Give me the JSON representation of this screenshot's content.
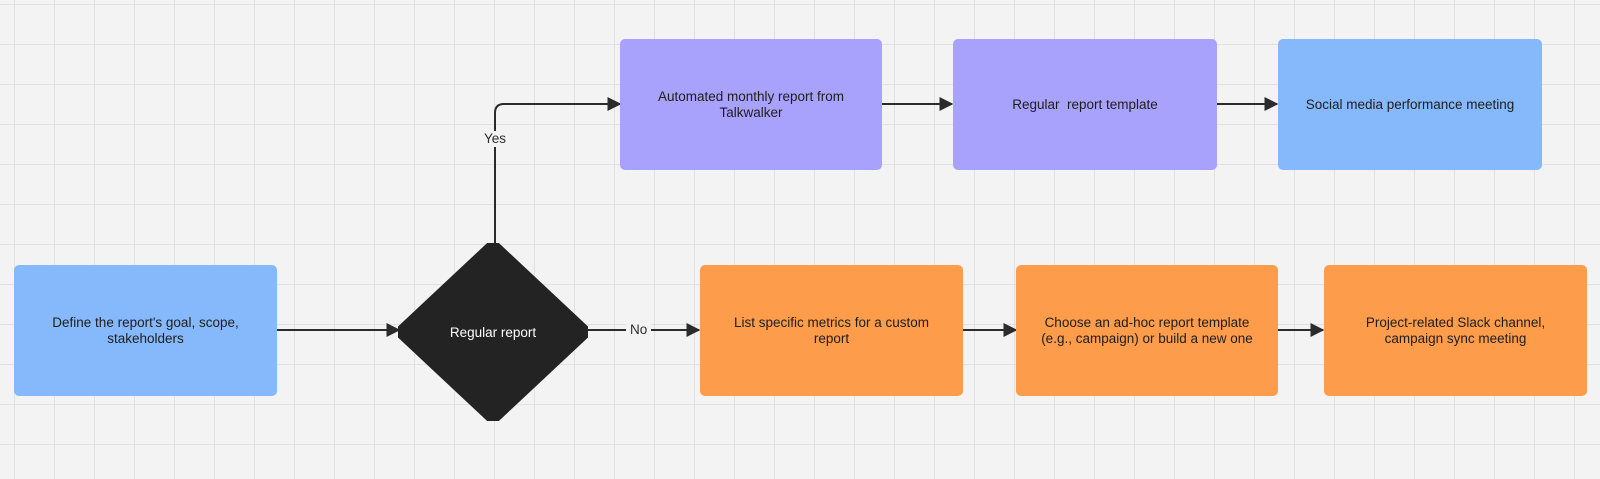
{
  "colors": {
    "purple": "#a8a2fc",
    "blue": "#86b9fc",
    "orange": "#fd9c4b",
    "decision": "#232323",
    "connector": "#2b2b2b",
    "grid_background": "#f3f3f3"
  },
  "nodes": {
    "start": "Define the report's goal, scope, stakeholders",
    "decision": "Regular report",
    "automated": "Automated monthly report from Talkwalker",
    "regular_template": "Regular  report template",
    "social_meeting": "Social media performance meeting",
    "list_metrics": "List specific metrics for a custom report",
    "adhoc_template": "Choose an ad-hoc report template (e.g., campaign) or build a new one",
    "slack_channel": "Project-related Slack channel, campaign sync meeting"
  },
  "edge_labels": {
    "yes": "Yes",
    "no": "No"
  }
}
